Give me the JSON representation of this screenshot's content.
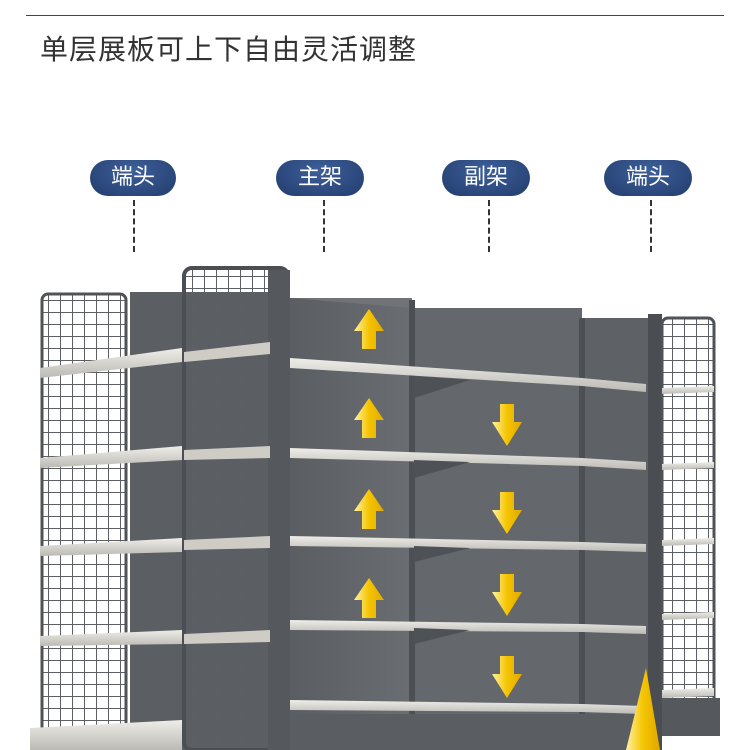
{
  "headline": "单层展板可上下自由灵活调整",
  "labels": [
    "端头",
    "主架",
    "副架",
    "端头"
  ],
  "colors": {
    "label_bg": "#2b4a7f",
    "arrow": "#f5c400",
    "frame": "#55585c",
    "shelf": "#dcdad4"
  },
  "icons": [
    "arrow-up-icon",
    "arrow-down-icon"
  ]
}
